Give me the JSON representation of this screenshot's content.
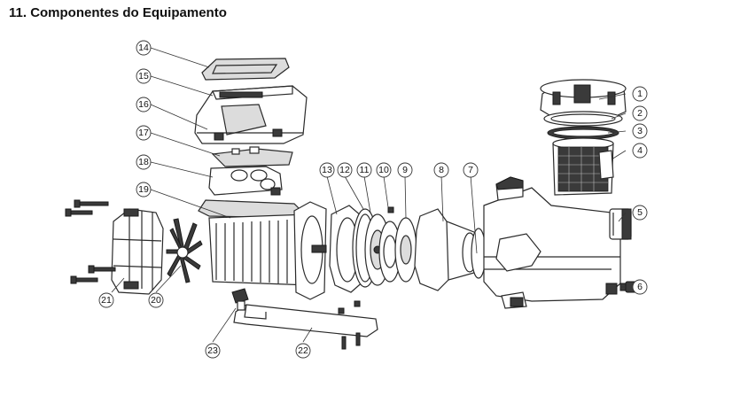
{
  "title": "11. Componentes do Equipamento",
  "colors": {
    "line": "#2a2a2a",
    "fill": "#ffffff",
    "shade": "#dcdcdc",
    "dark": "#3a3a3a"
  },
  "callouts": [
    {
      "id": "c1",
      "label": "1"
    },
    {
      "id": "c2",
      "label": "2"
    },
    {
      "id": "c3",
      "label": "3"
    },
    {
      "id": "c4",
      "label": "4"
    },
    {
      "id": "c5",
      "label": "5"
    },
    {
      "id": "c6",
      "label": "6"
    },
    {
      "id": "c7",
      "label": "7"
    },
    {
      "id": "c8",
      "label": "8"
    },
    {
      "id": "c9",
      "label": "9"
    },
    {
      "id": "c10",
      "label": "10"
    },
    {
      "id": "c11",
      "label": "11"
    },
    {
      "id": "c12",
      "label": "12"
    },
    {
      "id": "c13",
      "label": "13"
    },
    {
      "id": "c14",
      "label": "14"
    },
    {
      "id": "c15",
      "label": "15"
    },
    {
      "id": "c16",
      "label": "16"
    },
    {
      "id": "c17",
      "label": "17"
    },
    {
      "id": "c18",
      "label": "18"
    },
    {
      "id": "c19",
      "label": "19"
    },
    {
      "id": "c20",
      "label": "20"
    },
    {
      "id": "c21",
      "label": "21"
    },
    {
      "id": "c22",
      "label": "22"
    },
    {
      "id": "c23",
      "label": "23"
    }
  ]
}
